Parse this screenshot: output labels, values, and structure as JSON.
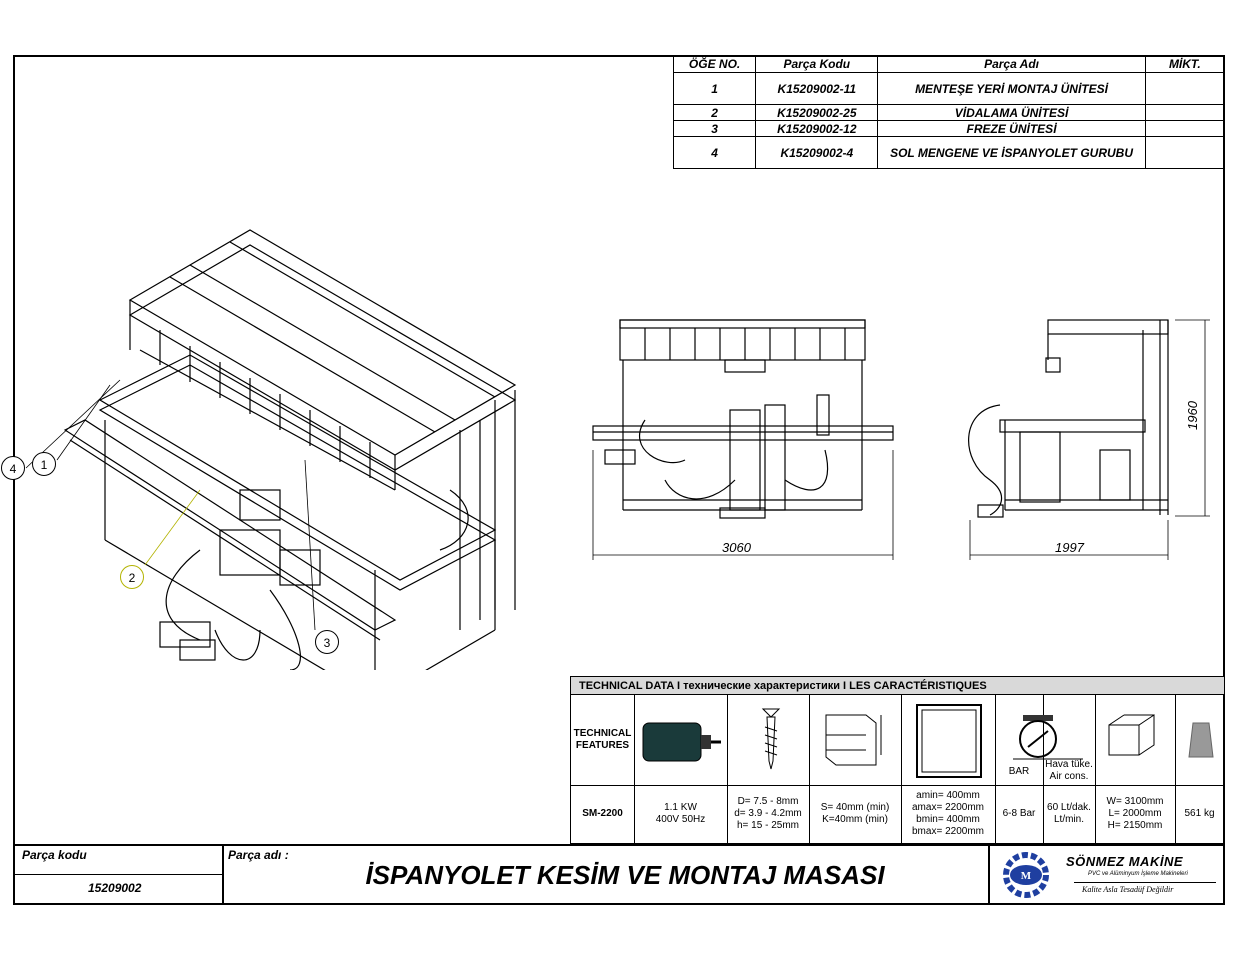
{
  "parts_table": {
    "headers": [
      "ÖĞE NO.",
      "Parça Kodu",
      "Parça Adı",
      "MİKT."
    ],
    "rows": [
      {
        "no": "1",
        "code": "K15209002-11",
        "name": "MENTEŞE YERİ MONTAJ ÜNİTESİ",
        "qty": ""
      },
      {
        "no": "2",
        "code": "K15209002-25",
        "name": "VİDALAMA ÜNİTESİ",
        "qty": ""
      },
      {
        "no": "3",
        "code": "K15209002-12",
        "name": "FREZE ÜNİTESİ",
        "qty": ""
      },
      {
        "no": "4",
        "code": "K15209002-4",
        "name": "SOL MENGENE VE İSPANYOLET GURUBU",
        "qty": ""
      }
    ]
  },
  "callouts": [
    "1",
    "2",
    "3",
    "4"
  ],
  "dimensions": {
    "front_width": "3060",
    "side_width": "1997",
    "height": "1960"
  },
  "tech": {
    "header": "TECHNICAL DATA I  технические характеристики I LES CARACTÉRISTIQUES",
    "features_label": "TECHNICAL\nFEATURES",
    "model": "SM-2200",
    "icons": [
      "motor-icon",
      "screw-icon",
      "profile-icon",
      "frame-icon",
      "pressure-gauge-icon",
      "box-dimensions-icon",
      "weight-icon"
    ],
    "bar_label": "BAR",
    "air_label": "Hava tüke.\nAir cons.",
    "motor": "1.1 KW\n400V 50Hz",
    "screw": "D= 7.5 - 8mm\nd= 3.9 - 4.2mm\nh= 15 - 25mm",
    "profile": "S= 40mm (min)\nK=40mm (min)",
    "frame": "amin= 400mm\namax= 2200mm\nbmin= 400mm\nbmax= 2200mm",
    "pressure": "6-8 Bar",
    "air": "60 Lt/dak.\nLt/min.",
    "size": "W= 3100mm\nL= 2000mm\nH= 2150mm",
    "weight": "561 kg"
  },
  "title_block": {
    "code_label": "Parça kodu",
    "code_value": "15209002",
    "name_label": "Parça adı :",
    "title": "İSPANYOLET KESİM VE MONTAJ MASASI",
    "company": "SÖNMEZ MAKİNE",
    "company_sub": "PVC ve Alüminyum İşleme Makineleri",
    "slogan": "Kalite Asla Tesadüf Değildir"
  },
  "colors": {
    "line": "#000000",
    "header_bg": "#d9d9d9",
    "logo_blue": "#1f3fa0",
    "callout2": "#b3b300"
  }
}
